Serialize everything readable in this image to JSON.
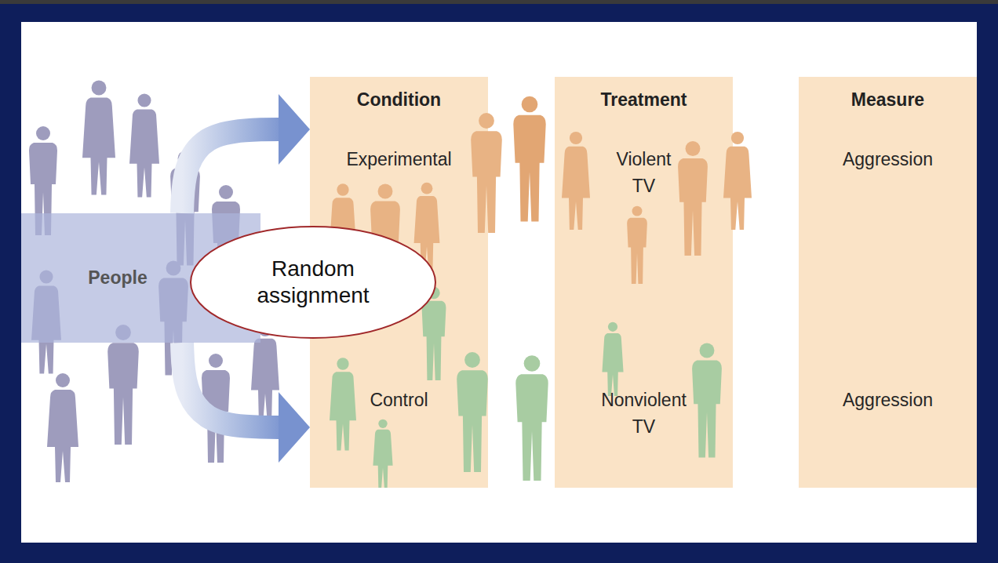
{
  "diagram": {
    "nodes": [
      {
        "text": [
          "People"
        ]
      },
      {
        "text": [
          "Random assignment"
        ]
      },
      {
        "text": [
          "Condition",
          "Experimental",
          "Control"
        ]
      },
      {
        "text": [
          "Treatment",
          "Violent TV",
          "Nonviolent TV"
        ]
      },
      {
        "text": [
          "Measure",
          "Aggression",
          "Aggression"
        ]
      }
    ],
    "edges": [
      {
        "from": 0,
        "to": 2,
        "arrow": "to"
      },
      {
        "from": 0,
        "to": 2,
        "arrow": "to"
      }
    ]
  }
}
